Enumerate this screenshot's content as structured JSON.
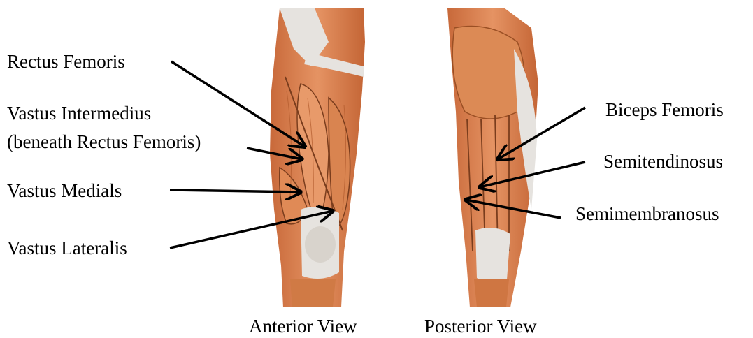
{
  "labels": {
    "rectus_femoris": "Rectus Femoris",
    "vastus_intermedius_line1": "Vastus Intermedius",
    "vastus_intermedius_line2": "(beneath Rectus Femoris)",
    "vastus_medialis": "Vastus Medials",
    "vastus_lateralis": "Vastus Lateralis",
    "biceps_femoris": "Biceps Femoris",
    "semitendinosus": "Semitendinosus",
    "semimembranosus": "Semimembranosus"
  },
  "captions": {
    "anterior": "Anterior View",
    "posterior": "Posterior View"
  },
  "colors": {
    "muscle": "#d9834c",
    "muscle_dark": "#b9602f",
    "tendon": "#e6e3df",
    "arrow": "#000000"
  }
}
